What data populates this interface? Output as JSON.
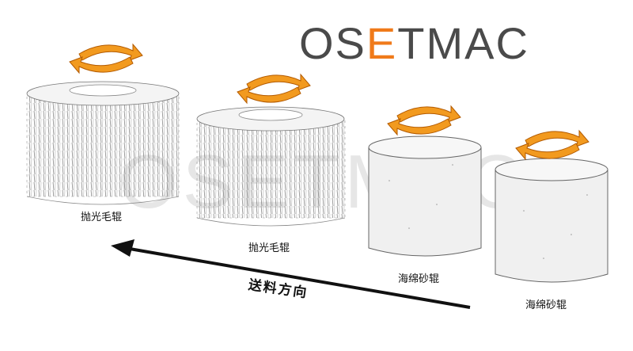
{
  "logo": {
    "text": "OSETMAC",
    "prefix": "OS",
    "accent_letter": "E",
    "suffix": "TMAC"
  },
  "watermark": {
    "text": "OSETMAC"
  },
  "rollers": [
    {
      "kind": "brush",
      "label": "抛光毛辊"
    },
    {
      "kind": "brush",
      "label": "抛光毛辊"
    },
    {
      "kind": "sponge",
      "label": "海绵砂辊"
    },
    {
      "kind": "sponge",
      "label": "海绵砂辊"
    }
  ],
  "feed_direction": {
    "label": "送料方向"
  },
  "colors": {
    "logo_dark": "#4a4a4a",
    "logo_accent": "#f07a1a",
    "rotation_arrow": "#f29a1f",
    "rotation_outline": "#b35a00",
    "feed_arrow": "#111111"
  }
}
